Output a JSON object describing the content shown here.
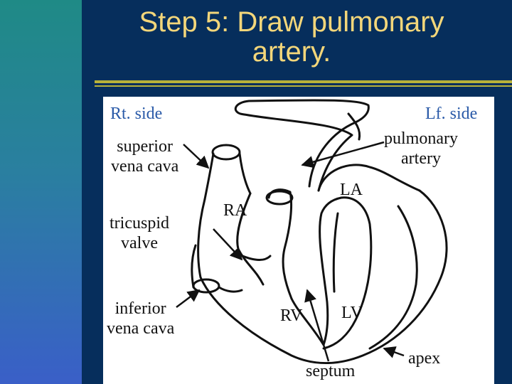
{
  "slide": {
    "title_line1": "Step 5:  Draw pulmonary",
    "title_line2": "artery."
  },
  "labels": {
    "rt_side": "Rt. side",
    "lf_side": "Lf. side",
    "pulmonary_artery_line1": "pulmonary",
    "pulmonary_artery_line2": "artery",
    "superior_vena_cava_line1": "superior",
    "superior_vena_cava_line2": "vena cava",
    "tricuspid_valve_line1": "tricuspid",
    "tricuspid_valve_line2": "valve",
    "inferior_vena_cava_line1": "inferior",
    "inferior_vena_cava_line2": "vena cava",
    "ra": "RA",
    "la": "LA",
    "rv": "RV",
    "lv": "LV",
    "septum": "septum",
    "apex": "apex"
  },
  "colors": {
    "title": "#f3d67a",
    "side_labels": "#2a5aa8",
    "rule": "#b9b23a",
    "background": "#062e5c"
  }
}
